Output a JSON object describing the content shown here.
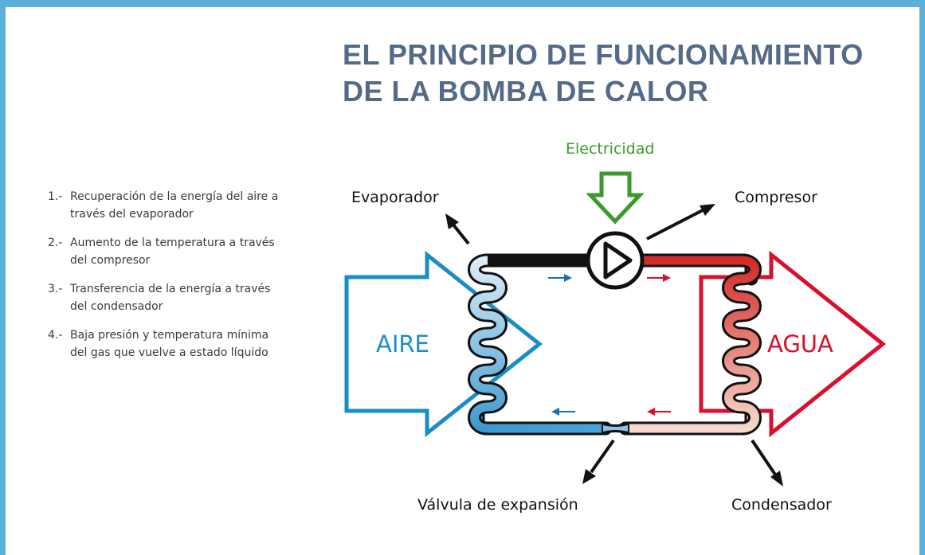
{
  "title": {
    "line1": "EL PRINCIPIO DE FUNCIONAMIENTO",
    "line2": "DE LA BOMBA DE CALOR"
  },
  "steps": [
    {
      "num": "1.-",
      "text": "Recuperación de la energía del aire a través del evaporador"
    },
    {
      "num": "2.-",
      "text": "Aumento de la temperatura a través del compresor"
    },
    {
      "num": "3.-",
      "text": "Transferencia de la energía a través del condensador"
    },
    {
      "num": "4.-",
      "text": "Baja presión y temperatura mínima del gas que vuelve a estado líquido"
    }
  ],
  "diagram": {
    "electricity": "Electricidad",
    "evaporator": "Evaporador",
    "compressor": "Compresor",
    "expansion_valve": "Válvula de expansión",
    "condenser": "Condensador",
    "air": "AIRE",
    "water": "AGUA"
  },
  "colors": {
    "frame": "#5ab0d8",
    "title": "#546a87",
    "air": "#1a8cc8",
    "water": "#d8102e",
    "electricity": "#3a9a2a"
  }
}
